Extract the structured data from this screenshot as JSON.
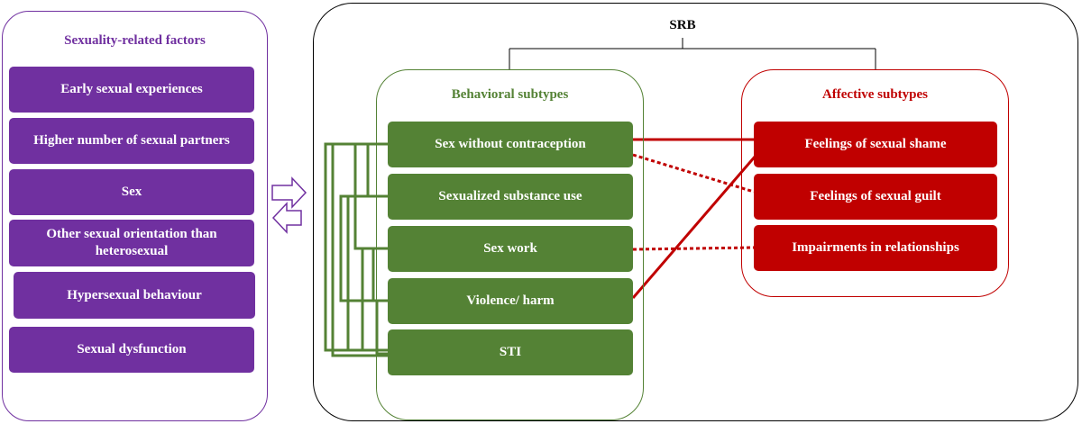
{
  "srb_label": "SRB",
  "sexuality_factors": {
    "title": "Sexuality-related factors",
    "items": [
      "Early sexual experiences",
      "Higher number of sexual partners",
      "Sex",
      "Other sexual orientation than heterosexual",
      "Hypersexual behaviour",
      "Sexual dysfunction"
    ]
  },
  "behavioral": {
    "title": "Behavioral subtypes",
    "items": [
      "Sex without contraception",
      "Sexualized substance use",
      "Sex work",
      "Violence/ harm",
      "STI"
    ]
  },
  "affective": {
    "title": "Affective subtypes",
    "items": [
      "Feelings of sexual shame",
      "Feelings of sexual guilt",
      "Impairments in relationships"
    ]
  },
  "colors": {
    "purple": "#7030a0",
    "green": "#548235",
    "red": "#c00000",
    "black": "#000000"
  },
  "connectors": {
    "solid": [
      {
        "from": "Sex without contraception",
        "to": "Feelings of sexual shame"
      },
      {
        "from": "Violence/ harm",
        "to": "Feelings of sexual shame"
      }
    ],
    "dotted": [
      {
        "from": "Sex without contraception",
        "to": "Feelings of sexual guilt"
      },
      {
        "from": "Sex work",
        "to": "Impairments in relationships"
      }
    ]
  }
}
